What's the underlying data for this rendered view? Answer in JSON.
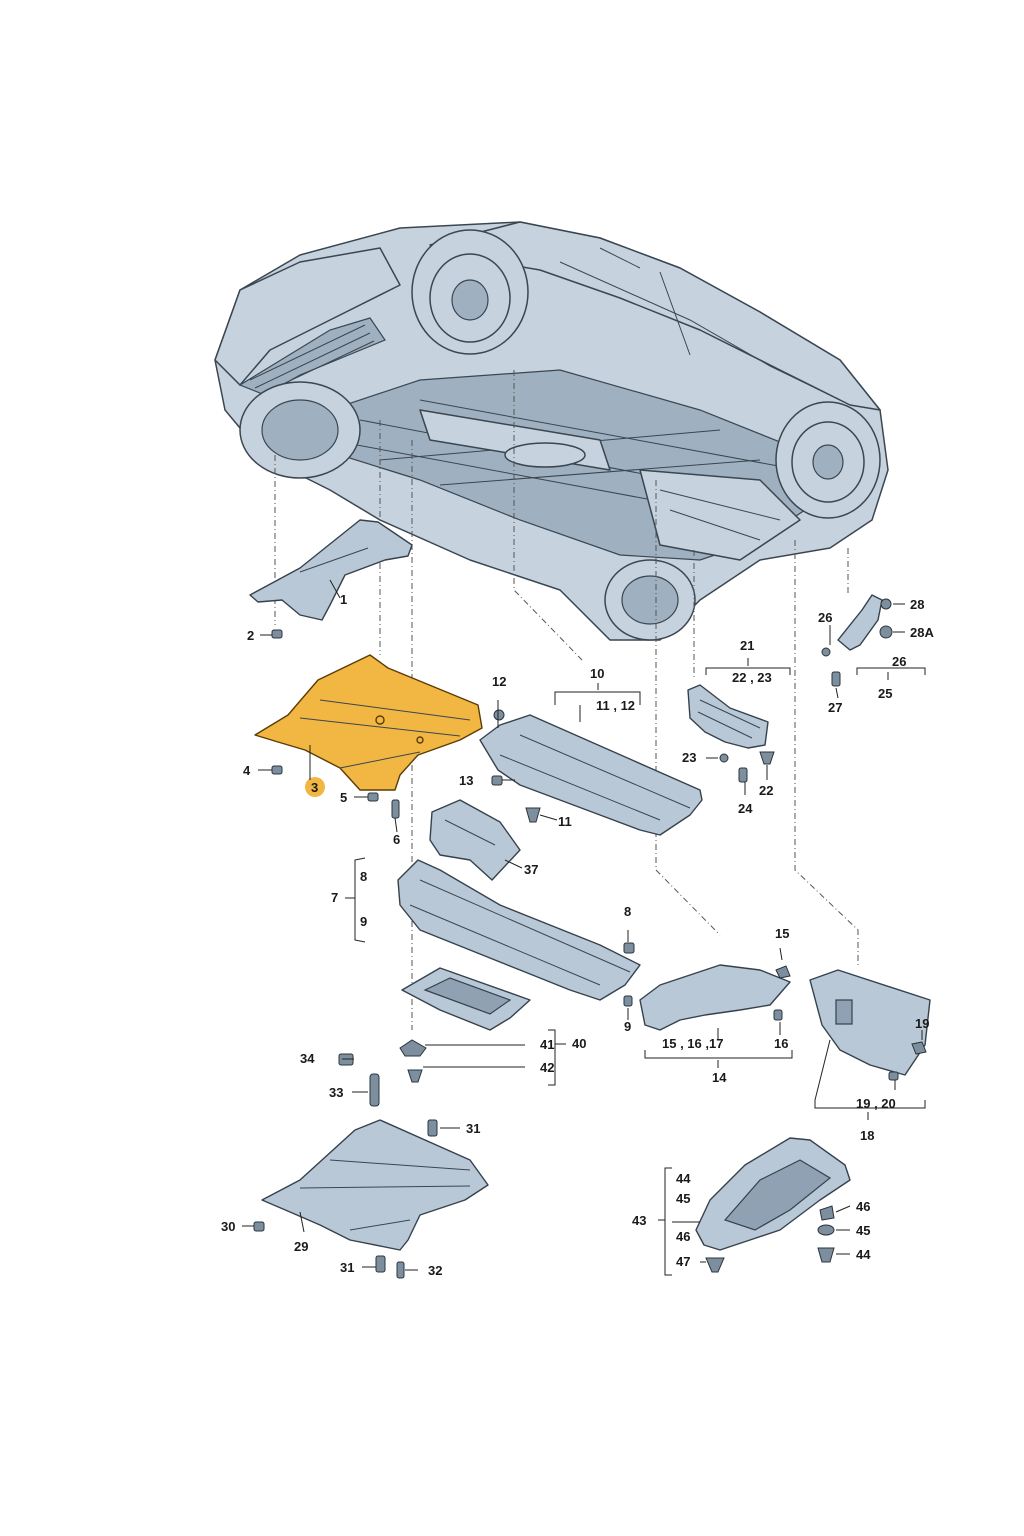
{
  "diagram": {
    "highlight_color": "#f2b642",
    "part_color": "#b9c8d6",
    "callouts": {
      "c1": "1",
      "c2": "2",
      "c3": "3",
      "c4": "4",
      "c5": "5",
      "c6": "6",
      "c7": "7",
      "c8": "8",
      "c8b": "8",
      "c9": "9",
      "c9b": "9",
      "c10": "10",
      "c11_12": "11 , 12",
      "c11": "11",
      "c12": "12",
      "c13": "13",
      "c14": "14",
      "c15": "15",
      "c15_16_17": "15 , 16 ,17",
      "c16": "16",
      "c18": "18",
      "c19": "19",
      "c19_20": "19 , 20",
      "c21": "21",
      "c22_23": "22 , 23",
      "c22": "22",
      "c23": "23",
      "c24": "24",
      "c25": "25",
      "c26": "26",
      "c26b": "26",
      "c27": "27",
      "c28": "28",
      "c28a": "28A",
      "c29": "29",
      "c30": "30",
      "c31": "31",
      "c31b": "31",
      "c32": "32",
      "c33": "33",
      "c34": "34",
      "c37": "37",
      "c40": "40",
      "c41": "41",
      "c42": "42",
      "c43": "43",
      "c44": "44",
      "c44b": "44",
      "c45": "45",
      "c45b": "45",
      "c46": "46",
      "c46b": "46",
      "c47": "47"
    }
  }
}
